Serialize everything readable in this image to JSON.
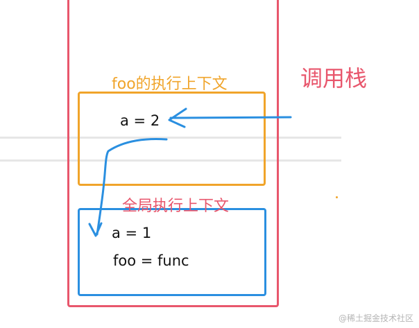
{
  "stack": {
    "label": "调用栈"
  },
  "contexts": {
    "foo": {
      "title": "foo的执行上下文",
      "vars": [
        "a = 2"
      ]
    },
    "global": {
      "title": "全局执行上下文",
      "vars": [
        "a = 1",
        "foo = func"
      ]
    }
  },
  "watermark": "@稀土掘金技术社区",
  "colors": {
    "stack_border": "#e8566c",
    "foo_border": "#f0a42a",
    "global_border": "#2a8fe0",
    "arrow": "#2a8fe0"
  }
}
